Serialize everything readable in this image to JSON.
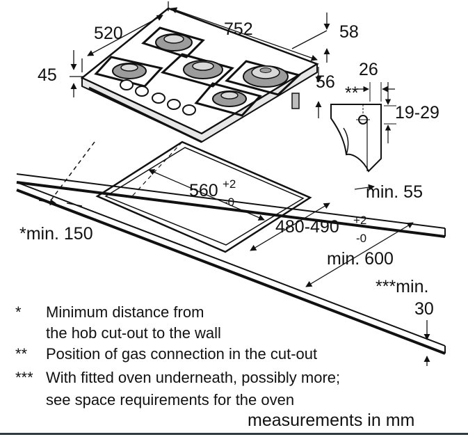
{
  "dimensions": {
    "width_left": "520",
    "width_top": "752",
    "depth_right": "58",
    "height_left": "45",
    "gas_offset": "26",
    "gas_mark": "**",
    "gas_height": "19-29",
    "hob_front_height": "56",
    "min_front": "min. 55",
    "cutout_width": "560",
    "cutout_width_tol_plus": "+2",
    "cutout_width_tol_minus": "-0",
    "cutout_depth": "480-490",
    "cutout_depth_tol_plus": "+2",
    "cutout_depth_tol_minus": "-0",
    "min_wall": "*min. 150",
    "min_worktop": "min. 600",
    "min_oven_label": "***min.",
    "min_oven_value": "30"
  },
  "notes": [
    {
      "mark": "*",
      "lines": [
        "Minimum distance from",
        "the hob cut-out to the wall"
      ]
    },
    {
      "mark": "**",
      "lines": [
        "Position of gas connection in the cut-out"
      ]
    },
    {
      "mark": "***",
      "lines": [
        "With fitted oven underneath, possibly more;",
        "see space requirements for the oven"
      ]
    }
  ],
  "units": "measurements in mm"
}
